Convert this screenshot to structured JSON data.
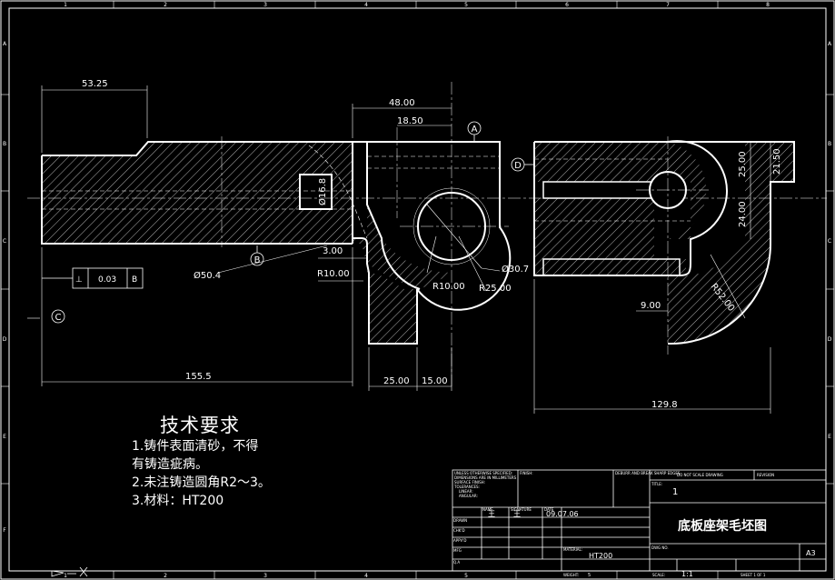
{
  "frame": {
    "col_numbers": [
      "1",
      "2",
      "3",
      "4",
      "5",
      "6",
      "7",
      "8"
    ],
    "row_letters": [
      "A",
      "B",
      "C",
      "D",
      "E",
      "F"
    ]
  },
  "dims": {
    "d_53_25": "53.25",
    "d_48": "48.00",
    "d_18_5": "18.50",
    "d_16_8": "Ø16.8",
    "d_3": "3.00",
    "d_r10a": "R10.00",
    "d_r10b": "R10.00",
    "d_r25": "R25.00",
    "d_30_7": "Ø30.7",
    "d_50_4": "Ø50.4",
    "d_155_5": "155.5",
    "d_25": "25.00",
    "d_15": "15.00",
    "d_25v": "25.00",
    "d_21_5": "21.50",
    "d_24": "24.00",
    "d_r52": "R52.00",
    "d_9": "9.00",
    "d_129_8": "129.8"
  },
  "datums": {
    "a": "A",
    "b": "B",
    "c": "C",
    "d": "D"
  },
  "tolerance": {
    "symbol": "⊥",
    "value": "0.03",
    "ref": "B"
  },
  "tech_req": {
    "title": "技术要求",
    "line1": "1.铸件表面清砂，不得",
    "line2": "有铸造疵病。",
    "line3": "2.未注铸造圆角R2～3。",
    "line4": "3.材料：HT200"
  },
  "title_block": {
    "note1": "UNLESS OTHERWISE SPECIFIED:",
    "note2": "DIMENSIONS ARE IN MILLIMETERS",
    "note3": "SURFACE FINISH:",
    "note4": "TOLERANCES:",
    "note5": "LINEAR:",
    "note6": "ANGULAR:",
    "finish": "FINISH:",
    "deburr": "DEBURR AND BREAK SHARP EDGES",
    "no_scale": "DO NOT SCALE DRAWING",
    "revision": "REVISION",
    "rev_value": "1",
    "name_h": "NAME",
    "sig_h": "SIGNATURE",
    "date_h": "DATE",
    "drawn": "DRAWN",
    "drawn_name": "王",
    "drawn_sig": "王",
    "drawn_date": "09.07.06",
    "chkd": "CHK'D",
    "appvd": "APPV'D",
    "mfg": "MFG",
    "qa": "Q.A",
    "title_h": "TITLE:",
    "title": "底板座架毛坯图",
    "material_h": "MATERIAL:",
    "material": "HT200",
    "dwg_no": "DWG NO.",
    "size": "A3",
    "weight": "WEIGHT:",
    "weight_v": "5",
    "scale": "SCALE:",
    "scale_v": "1:1",
    "sheet": "SHEET 1 OF 1"
  }
}
